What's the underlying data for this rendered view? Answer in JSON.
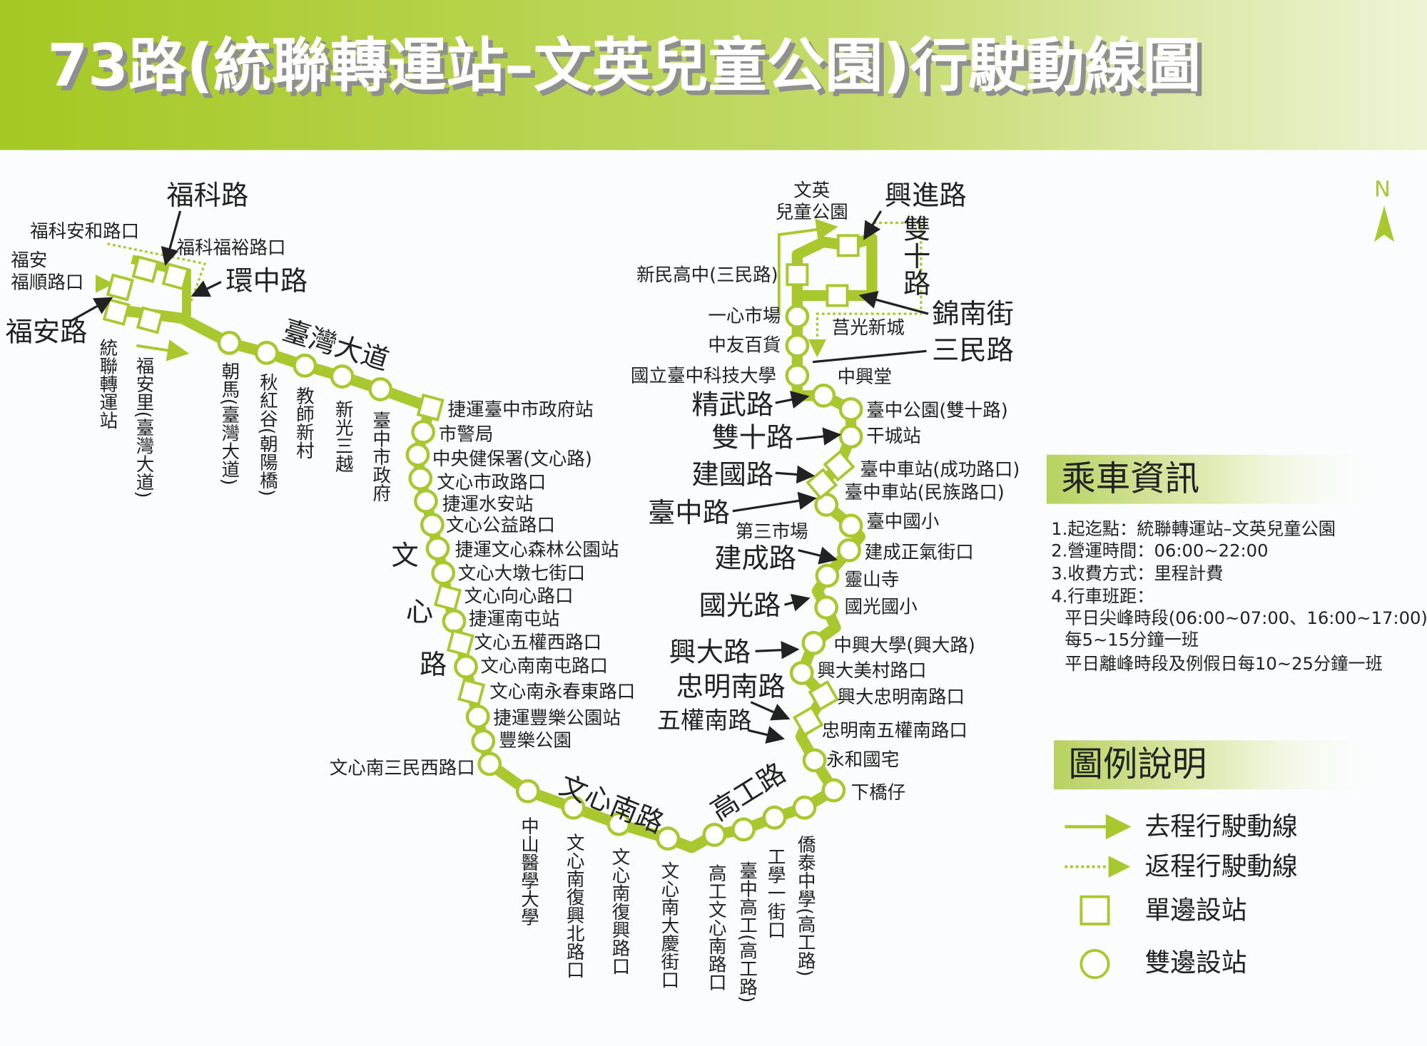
{
  "title": "73路(統聯轉運站–文英兒童公園)行駛動線圖",
  "colors": {
    "route": "#a9c72f",
    "banner_start": "#a5c823",
    "banner_end": "#eef3d6",
    "text": "#222222"
  },
  "north": "N",
  "left_cluster": {
    "fuke_road": "福科路",
    "fuke_anhe": "福科安和路口",
    "fuke_fuyu": "福科福裕路口",
    "fuan_fushun_1": "福安",
    "fuan_fushun_2": "福順路口",
    "huanzhong_road": "環中路",
    "fuan_road": "福安路"
  },
  "taiwan_blvd": {
    "road": "臺灣大道",
    "stops": [
      "統聯轉運站",
      "福安里(臺灣大道)",
      "朝馬(臺灣大道)",
      "秋紅谷(朝陽橋)",
      "教師新村",
      "新光三越",
      "臺中市政府"
    ]
  },
  "wenxin": {
    "road_chars": [
      "文",
      "心",
      "路"
    ],
    "stops": [
      {
        "name": "捷運臺中市政府站",
        "type": "single"
      },
      {
        "name": "市警局",
        "type": "both"
      },
      {
        "name": "中央健保署(文心路)",
        "type": "both"
      },
      {
        "name": "文心市政路口",
        "type": "both"
      },
      {
        "name": "捷運水安站",
        "type": "both"
      },
      {
        "name": "文心公益路口",
        "type": "both"
      },
      {
        "name": "捷運文心森林公園站",
        "type": "both"
      },
      {
        "name": "文心大墩七街口",
        "type": "both"
      },
      {
        "name": "文心向心路口",
        "type": "single"
      },
      {
        "name": "捷運南屯站",
        "type": "both"
      },
      {
        "name": "文心五權西路口",
        "type": "single"
      },
      {
        "name": "文心南南屯路口",
        "type": "both"
      },
      {
        "name": "文心南永春東路口",
        "type": "single"
      },
      {
        "name": "捷運豐樂公園站",
        "type": "both"
      },
      {
        "name": "豐樂公園",
        "type": "both"
      },
      {
        "name": "文心南三民西路口",
        "type": "both"
      }
    ]
  },
  "south": {
    "road_wenxin_s": "文心南路",
    "road_gaogong": "高工路",
    "stops": [
      "中山醫學大學",
      "文心南復興北路口",
      "文心南復興路口",
      "文心南大慶街口",
      "高工文心南路口",
      "臺中高工(高工路)",
      "工學一街口",
      "僑泰中學(高工路)"
    ]
  },
  "north_end": {
    "terminal_1": "文英",
    "terminal_2": "兒童公園",
    "xingjin_road": "興進路",
    "shuangshi_vertical": "雙十路",
    "xinmin": "新民高中(三民路)",
    "jinnan_st": "錦南街",
    "juguang": "莒光新城",
    "sanmin_road": "三民路"
  },
  "east": {
    "roads": {
      "jingwu": "精武路",
      "shuangshi": "雙十路",
      "jianguo": "建國路",
      "taichung": "臺中路",
      "jiancheng": "建成路",
      "guoguang": "國光路",
      "xingda": "興大路",
      "zhongming_s": "忠明南路",
      "wuquan_s": "五權南路"
    },
    "stops": [
      "一心市場",
      "中友百貨",
      "國立臺中科技大學",
      "中興堂",
      "臺中公園(雙十路)",
      "干城站",
      "臺中車站(成功路口)",
      "臺中車站(民族路口)",
      "第三市場",
      "臺中國小",
      "建成正氣街口",
      "靈山寺",
      "國光國小",
      "中興大學(興大路)",
      "興大美村路口",
      "興大忠明南路口",
      "忠明南五權南路口",
      "永和國宅",
      "下橋仔"
    ]
  },
  "info": {
    "header": "乘車資訊",
    "lines": [
      "1.起迄點：統聯轉運站–文英兒童公園",
      "2.營運時間：06:00~22:00",
      "3.收費方式：里程計費",
      "4.行車班距：",
      "平日尖峰時段(06:00~07:00、16:00~17:00)",
      "每5~15分鐘一班",
      "平日離峰時段及例假日每10~25分鐘一班"
    ]
  },
  "legend": {
    "header": "圖例說明",
    "outbound": "去程行駛動線",
    "return": "返程行駛動線",
    "single_side": "單邊設站",
    "both_sides": "雙邊設站"
  }
}
